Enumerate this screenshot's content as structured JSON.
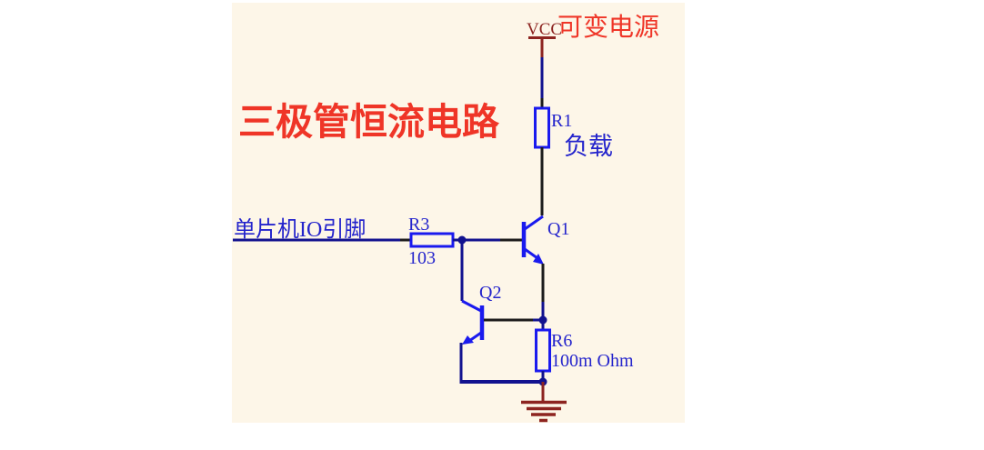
{
  "title": "三极管恒流电路",
  "power": {
    "net": "VCC",
    "label": "可变电源"
  },
  "input": {
    "label": "单片机IO引脚"
  },
  "components": {
    "R1": {
      "ref": "R1",
      "annotation": "负载"
    },
    "R3": {
      "ref": "R3",
      "value": "103"
    },
    "Q1": {
      "ref": "Q1"
    },
    "Q2": {
      "ref": "Q2"
    },
    "R6": {
      "ref": "R6",
      "value": "100m Ohm"
    }
  },
  "colors": {
    "sheet_background": "#fdf6e8",
    "title_red": "#ef3527",
    "power_maroon": "#8d2420",
    "wire_navy": "#12128f",
    "wire_black": "#1c1c1c",
    "symbol_blue": "#1a1aee",
    "label_blue": "#2424cc"
  }
}
